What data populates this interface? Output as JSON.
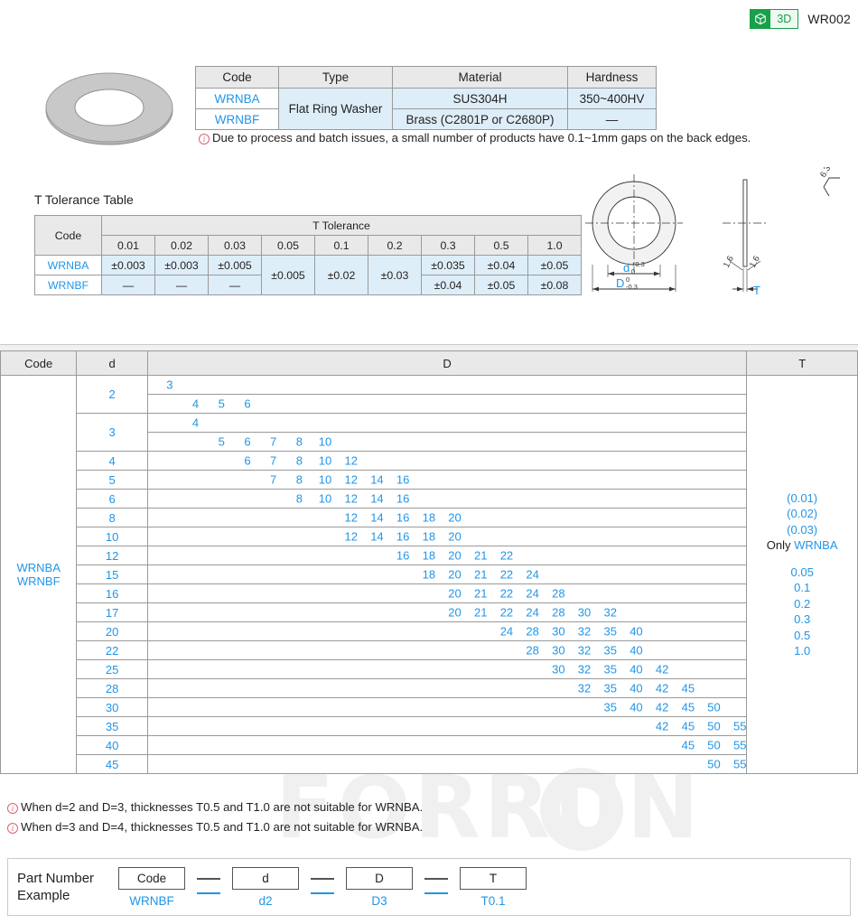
{
  "header": {
    "badge_3d": "3D",
    "part_code": "WR002",
    "cube_icon": "cube-3d-icon"
  },
  "spec_table": {
    "headers": [
      "Code",
      "Type",
      "Material",
      "Hardness"
    ],
    "type_value": "Flat Ring Washer",
    "rows": [
      {
        "code": "WRNBA",
        "material": "SUS304H",
        "hardness": "350~400HV"
      },
      {
        "code": "WRNBF",
        "material": "Brass (C2801P or C2680P)",
        "hardness": "—"
      }
    ]
  },
  "top_note": "Due to process and batch issues, a small number of products have 0.1~1mm gaps on the back edges.",
  "tolerance": {
    "title": "T Tolerance Table",
    "code_header": "Code",
    "group_header": "T Tolerance",
    "columns": [
      "0.01",
      "0.02",
      "0.03",
      "0.05",
      "0.1",
      "0.2",
      "0.3",
      "0.5",
      "1.0"
    ],
    "rows": [
      {
        "code": "WRNBA",
        "v001": "±0.003",
        "v002": "±0.003",
        "v003": "±0.005",
        "v03": "±0.035",
        "v05": "±0.04",
        "v10": "±0.05"
      },
      {
        "code": "WRNBF",
        "v001": "—",
        "v002": "—",
        "v003": "—",
        "v03": "±0.04",
        "v05": "±0.05",
        "v10": "±0.08"
      }
    ],
    "shared": {
      "v005": "±0.005",
      "v01": "±0.02",
      "v02": "±0.03"
    }
  },
  "drawing": {
    "d_label": "d",
    "d_tol_upper": "+0.3",
    "d_tol_lower": "0",
    "D_label": "D",
    "D_tol_upper": "0",
    "D_tol_lower": "-0.3",
    "T_label": "T",
    "chamfer_left": "1.6",
    "chamfer_right": "1.6",
    "surface_finish": "6.3"
  },
  "main_table": {
    "headers": [
      "Code",
      "d",
      "D",
      "T"
    ],
    "code_values": [
      "WRNBA",
      "WRNBF"
    ],
    "rows": [
      {
        "d": "2",
        "split": true,
        "sub": [
          {
            "values": [
              "3"
            ],
            "start": 0
          },
          {
            "values": [
              "4",
              "5",
              "6"
            ],
            "start": 1
          }
        ]
      },
      {
        "d": "3",
        "split": true,
        "sub": [
          {
            "values": [
              "4"
            ],
            "start": 1
          },
          {
            "values": [
              "5",
              "6",
              "7",
              "8",
              "10"
            ],
            "start": 2
          }
        ]
      },
      {
        "d": "4",
        "split": false,
        "values": [
          "6",
          "7",
          "8",
          "10",
          "12"
        ],
        "start": 3
      },
      {
        "d": "5",
        "split": false,
        "values": [
          "7",
          "8",
          "10",
          "12",
          "14",
          "16"
        ],
        "start": 4
      },
      {
        "d": "6",
        "split": false,
        "values": [
          "8",
          "10",
          "12",
          "14",
          "16"
        ],
        "start": 5
      },
      {
        "d": "8",
        "split": false,
        "values": [
          "12",
          "14",
          "16",
          "18",
          "20"
        ],
        "start": 7
      },
      {
        "d": "10",
        "split": false,
        "values": [
          "12",
          "14",
          "16",
          "18",
          "20"
        ],
        "start": 7
      },
      {
        "d": "12",
        "split": false,
        "values": [
          "16",
          "18",
          "20",
          "21",
          "22"
        ],
        "start": 9
      },
      {
        "d": "15",
        "split": false,
        "values": [
          "18",
          "20",
          "21",
          "22",
          "24"
        ],
        "start": 10
      },
      {
        "d": "16",
        "split": false,
        "values": [
          "20",
          "21",
          "22",
          "24",
          "28"
        ],
        "start": 11
      },
      {
        "d": "17",
        "split": false,
        "values": [
          "20",
          "21",
          "22",
          "24",
          "28",
          "30",
          "32"
        ],
        "start": 11
      },
      {
        "d": "20",
        "split": false,
        "values": [
          "24",
          "28",
          "30",
          "32",
          "35",
          "40"
        ],
        "start": 13
      },
      {
        "d": "22",
        "split": false,
        "values": [
          "28",
          "30",
          "32",
          "35",
          "40"
        ],
        "start": 14
      },
      {
        "d": "25",
        "split": false,
        "values": [
          "30",
          "32",
          "35",
          "40",
          "42"
        ],
        "start": 15
      },
      {
        "d": "28",
        "split": false,
        "values": [
          "32",
          "35",
          "40",
          "42",
          "45"
        ],
        "start": 16
      },
      {
        "d": "30",
        "split": false,
        "values": [
          "35",
          "40",
          "42",
          "45",
          "50"
        ],
        "start": 17
      },
      {
        "d": "35",
        "split": false,
        "values": [
          "42",
          "45",
          "50",
          "55"
        ],
        "start": 19
      },
      {
        "d": "40",
        "split": false,
        "values": [
          "45",
          "50",
          "55"
        ],
        "start": 20
      },
      {
        "d": "45",
        "split": false,
        "values": [
          "50",
          "55"
        ],
        "start": 21
      }
    ],
    "t_column": {
      "bracketed": [
        "(0.01)",
        "(0.02)",
        "(0.03)"
      ],
      "only_label": "Only",
      "only_code": "WRNBA",
      "plain": [
        "0.05",
        "0.1",
        "0.2",
        "0.3",
        "0.5",
        "1.0"
      ]
    }
  },
  "bottom_notes": [
    "When d=2 and D=3, thicknesses T0.5 and T1.0 are not suitable for WRNBA.",
    "When d=3 and D=4, thicknesses T0.5 and T1.0 are not suitable for WRNBA."
  ],
  "part_number": {
    "title_line1": "Part Number",
    "title_line2": "Example",
    "boxes": [
      "Code",
      "d",
      "D",
      "T"
    ],
    "values": [
      "WRNBF",
      "d2",
      "D3",
      "T0.1"
    ],
    "separator": "—"
  },
  "watermark": "FORRUN",
  "colors": {
    "accent_blue": "#2196e8",
    "green": "#18a04a",
    "header_gray": "#e9e9e9",
    "cell_blue": "#ddeef8"
  }
}
